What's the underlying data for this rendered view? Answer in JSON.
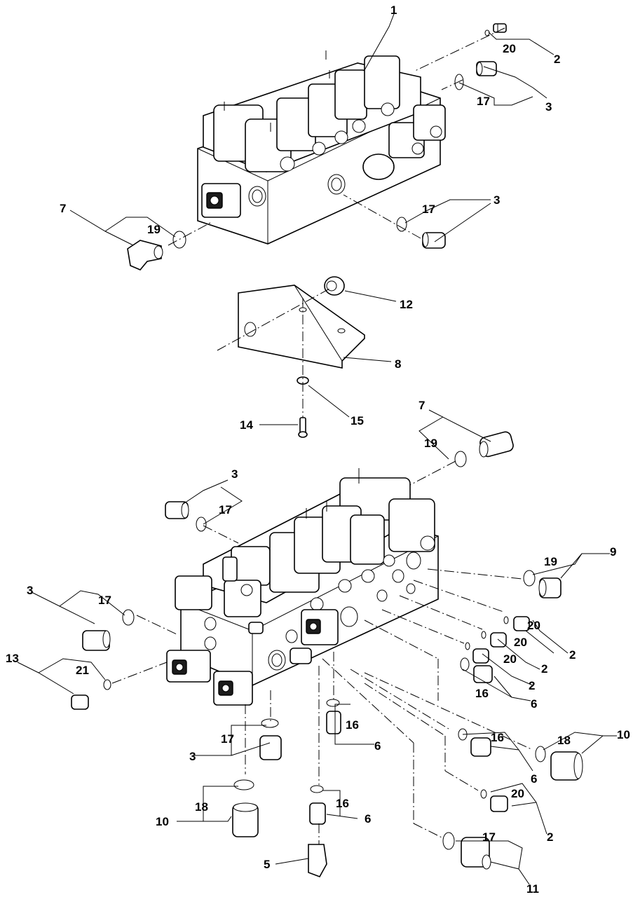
{
  "callouts": {
    "c1": "1",
    "c2a": "2",
    "c3a": "3",
    "c17a": "17",
    "c20a": "20",
    "c3b": "3",
    "c17b": "17",
    "c7a": "7",
    "c19a": "19",
    "c12": "12",
    "c8": "8",
    "c15": "15",
    "c14": "14",
    "c7b": "7",
    "c19b": "19",
    "c3c": "3",
    "c17c": "17",
    "c19c": "19",
    "c9": "9",
    "c3d": "3",
    "c17d": "17",
    "c20b": "20",
    "c2b": "2",
    "c20c": "20",
    "c2c": "2",
    "c20d": "20",
    "c2d": "2",
    "c16a": "16",
    "c6a": "6",
    "c13": "13",
    "c21": "21",
    "c16b": "16",
    "c6b": "6",
    "c17e": "17",
    "c3e": "3",
    "c16c": "16",
    "c6c": "6",
    "c18a": "18",
    "c10a": "10",
    "c18b": "18",
    "c10b": "10",
    "c20e": "20",
    "c2e": "2",
    "c16d": "16",
    "c6d": "6",
    "c5": "5",
    "c17f": "17",
    "c11": "11"
  }
}
